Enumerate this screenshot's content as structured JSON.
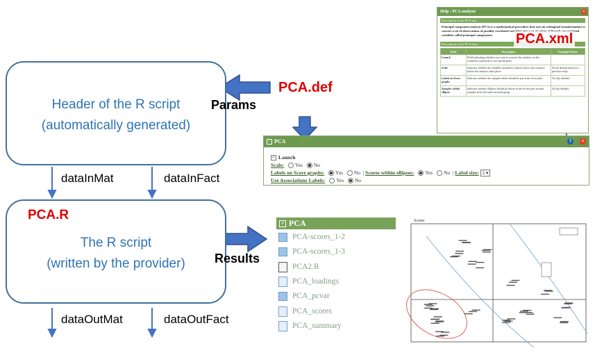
{
  "header_box": {
    "line1": "Header of the R script",
    "line2": "(automatically generated)"
  },
  "rscript_box": {
    "tag": "PCA.R",
    "line1": "The R script",
    "line2": "(written by the provider)"
  },
  "labels": {
    "params": "Params",
    "results": "Results",
    "pca_def": "PCA.def",
    "pca_xml": "PCA.xml",
    "data_in_mat": "dataInMat",
    "data_in_fact": "dataInFact",
    "data_out_mat": "dataOutMat",
    "data_out_fact": "dataOutFact"
  },
  "help_window": {
    "title": "Help : PCA analysis",
    "section_step": "Description of the PCA step",
    "description": "Principal component analysis (PCA) is a mathematical procedure that uses an orthogonal transformation to convert a set of observations of possibly correlated variables into a set of values of linearly uncorrelated variables called principal components.",
    "section_form": "Description of the PCA form",
    "columns": [
      "Field",
      "Description",
      "Example/Choice"
    ],
    "rows": [
      [
        "Launch",
        "Field indicating whether you want to execute this analysis on the workflow (checked) or not (unchecked).",
        ""
      ],
      [
        "Scale",
        "Indicates whether the variables should be scaled to have unit variance before the analysis takes place",
        "No by default (done in a previous step)"
      ],
      [
        "Labels on Score graphs",
        "Indicates whether the samples labels should be put in the Score plot",
        "Yes (by default)"
      ],
      [
        "Samples within ellipses",
        "Indicates whether ellipses should be drawn in the Scores plot around samples from the same factorial group.",
        "No (by default)"
      ]
    ]
  },
  "pca_form": {
    "title": "PCA",
    "launch": "Launch",
    "scale_label": "Scale:",
    "labels_label": "Labels on Score graphs:",
    "ellipses_label": "Scores within ellipses:",
    "label_size_label": "Label size:",
    "label_size_value": "2",
    "assoc_label": "Use Associations Labels:",
    "yes": "Yes",
    "no": "No"
  },
  "results_list": {
    "header": "PCA",
    "items": [
      {
        "label": "PCA-scores_1-2",
        "icon": "image-icon"
      },
      {
        "label": "PCA-scores_1-3",
        "icon": "image-icon"
      },
      {
        "label": "PCA2.R",
        "icon": "r-script-icon"
      },
      {
        "label": "PCA_loadings",
        "icon": "document-icon"
      },
      {
        "label": "PCA_pcvar",
        "icon": "image-icon"
      },
      {
        "label": "PCA_scores",
        "icon": "document-icon"
      },
      {
        "label": "PCA_summary",
        "icon": "document-icon"
      }
    ]
  },
  "score_plot": {
    "title": "Scores",
    "colors": {
      "red": "#e05050",
      "blue": "#7fa6d8"
    }
  },
  "colors": {
    "box_border": "#41719c",
    "box_text": "#2e74b5",
    "arrow": "#4472c4",
    "red": "#e00000",
    "green": "#7aa35a"
  }
}
